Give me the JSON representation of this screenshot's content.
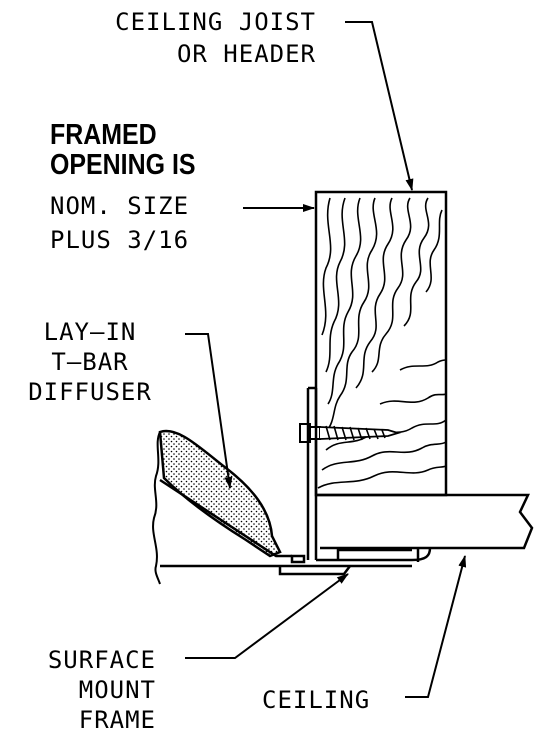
{
  "labels": {
    "joist_line1": "CEILING JOIST",
    "joist_line2": "OR HEADER",
    "framed_line1": "FRAMED",
    "framed_line2": "OPENING IS",
    "framed_line3": "NOM. SIZE",
    "framed_line4": "PLUS 3/16",
    "diffuser_line1": "LAY—IN",
    "diffuser_line2": "T—BAR",
    "diffuser_line3": "DIFFUSER",
    "frame_line1": "SURFACE",
    "frame_line2": "MOUNT",
    "frame_line3": "FRAME",
    "ceiling": "CEILING"
  },
  "colors": {
    "line": "#000000",
    "background": "#ffffff"
  }
}
